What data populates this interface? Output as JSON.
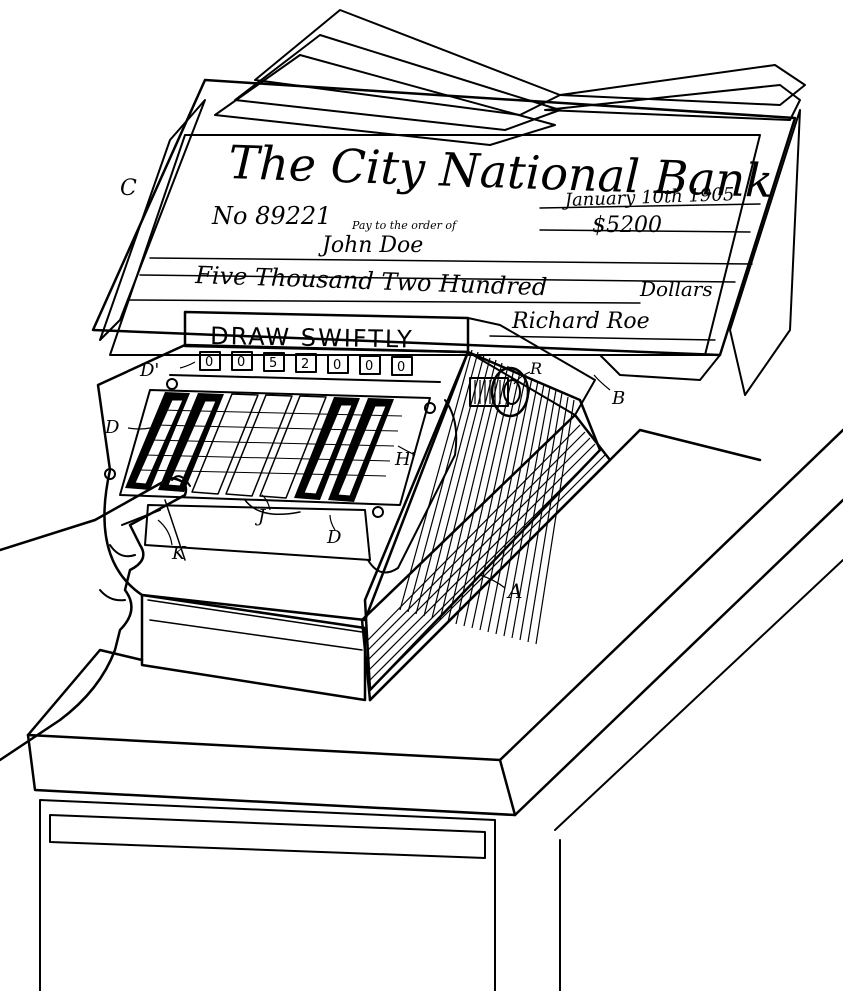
{
  "check": {
    "bank_name": "The City National Bank",
    "date": "January 10th 1905",
    "number": "No 89221",
    "pay_to_order": "Pay to the order of",
    "payee": "John Doe",
    "amount_numeric": "$5200",
    "amount_words": "Five Thousand Two Hundred",
    "dollars": "Dollars",
    "signature": "Richard Roe"
  },
  "machine": {
    "nameplate": "DRAW SWIFTLY",
    "display_digits": [
      "0",
      "0",
      "5",
      "2",
      "0",
      "0",
      "0"
    ]
  },
  "reference_labels": {
    "C": "C",
    "D_prime": "D'",
    "D_left": "D",
    "D_bottom": "D",
    "R": "R",
    "B": "B",
    "H_prime": "H'",
    "J": "J",
    "K": "K",
    "A": "A"
  }
}
